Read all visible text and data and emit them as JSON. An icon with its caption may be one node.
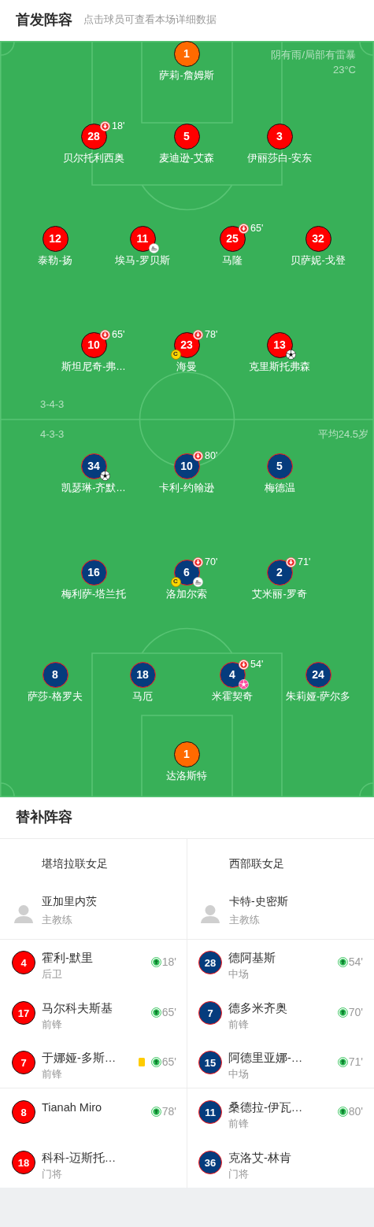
{
  "diagram": {
    "title": "首发阵容",
    "nodes": [
      {
        "text": [
          "阴有雨/局部有雷暴",
          "23°C",
          "3-4-3",
          "4-3-3",
          "平均24.5岁"
        ]
      },
      {
        "text": [
          "1"
        ],
        "in": 0,
        "beside": [
          "萨莉-詹姆斯"
        ]
      },
      {
        "text": [
          "28"
        ],
        "in": 0,
        "beside": [
          "贝尔托利西奥",
          "18'"
        ]
      },
      {
        "text": [
          "5"
        ],
        "in": 0,
        "beside": [
          "麦迪逊-艾森"
        ]
      },
      {
        "text": [
          "3"
        ],
        "in": 0,
        "beside": [
          "伊丽莎白-安东"
        ]
      },
      {
        "text": [
          "12"
        ],
        "in": 0,
        "beside": [
          "泰勒-扬"
        ]
      },
      {
        "text": [
          "11"
        ],
        "in": 0,
        "beside": [
          "埃马-罗贝斯"
        ]
      },
      {
        "text": [
          "25"
        ],
        "in": 0,
        "beside": [
          "马隆",
          "65'"
        ]
      },
      {
        "text": [
          "32"
        ],
        "in": 0,
        "beside": [
          "贝萨妮-戈登"
        ]
      },
      {
        "text": [
          "10"
        ],
        "in": 0,
        "beside": [
          "斯坦尼奇-弗…",
          "65'"
        ]
      },
      {
        "text": [
          "23"
        ],
        "in": 0,
        "beside": [
          "海曼",
          "78'"
        ]
      },
      {
        "text": [
          "C"
        ],
        "in": 0
      },
      {
        "text": [
          "13"
        ],
        "in": 0,
        "beside": [
          "克里斯托弗森"
        ]
      },
      {
        "text": [
          "34"
        ],
        "in": 0,
        "beside": [
          "凯瑟琳-齐默…"
        ]
      },
      {
        "text": [
          "10"
        ],
        "in": 0,
        "beside": [
          "卡利-约翰逊",
          "80'"
        ]
      },
      {
        "text": [
          "5"
        ],
        "in": 0,
        "beside": [
          "梅德温"
        ]
      },
      {
        "text": [
          "16"
        ],
        "in": 0,
        "beside": [
          "梅利萨-塔兰托"
        ]
      },
      {
        "text": [
          "6"
        ],
        "in": 0,
        "beside": [
          "洛加尔索",
          "70'"
        ]
      },
      {
        "text": [
          "C"
        ],
        "in": 0
      },
      {
        "text": [
          "2"
        ],
        "in": 0,
        "beside": [
          "艾米丽-罗奇",
          "71'"
        ]
      },
      {
        "text": [
          "8"
        ],
        "in": 0,
        "beside": [
          "萨莎-格罗夫"
        ]
      },
      {
        "text": [
          "18"
        ],
        "in": 0,
        "beside": [
          "马厄"
        ]
      },
      {
        "text": [
          "4"
        ],
        "in": 0,
        "beside": [
          "米霍契奇",
          "54'"
        ]
      },
      {
        "text": [
          "24"
        ],
        "in": 0,
        "beside": [
          "朱莉娅-萨尔多"
        ]
      },
      {
        "text": [
          "1"
        ],
        "in": 0,
        "beside": [
          "达洛斯特"
        ]
      },
      {
        "text": [
          "4"
        ],
        "beside": [
          "霍利-默里",
          "后卫"
        ]
      },
      {
        "text": [
          "28"
        ],
        "beside": [
          "德阿基斯",
          "中场"
        ]
      },
      {
        "text": [
          "17"
        ],
        "beside": [
          "马尔科夫斯基",
          "前锋"
        ]
      },
      {
        "text": [
          "7"
        ],
        "beside": [
          "德多米齐奥",
          "前锋"
        ]
      },
      {
        "text": [
          "7"
        ],
        "beside": [
          "于娜娅-多斯…",
          "前锋"
        ]
      },
      {
        "text": [
          "15"
        ],
        "beside": [
          "阿德里亚娜-…",
          "中场"
        ]
      },
      {
        "text": [
          "8"
        ],
        "beside": [
          "Tianah Miro"
        ]
      },
      {
        "text": [
          "11"
        ],
        "beside": [
          "桑德拉-伊瓦…",
          "前锋"
        ]
      },
      {
        "text": [
          "18"
        ],
        "beside": [
          "科科-迈斯托…",
          "门将"
        ]
      },
      {
        "text": [
          "36"
        ],
        "beside": [
          "克洛艾-林肯",
          "门将"
        ]
      }
    ],
    "labels": [
      "点击球员可查看本场详细数据",
      "替补阵容",
      "堪培拉联女足",
      "西部联女足",
      "亚加里内茨",
      "卡特-史密斯",
      "主教练",
      "主教练",
      "18'",
      "54'",
      "65'",
      "70'",
      "65'",
      "71'",
      "78'",
      "80'"
    ]
  }
}
